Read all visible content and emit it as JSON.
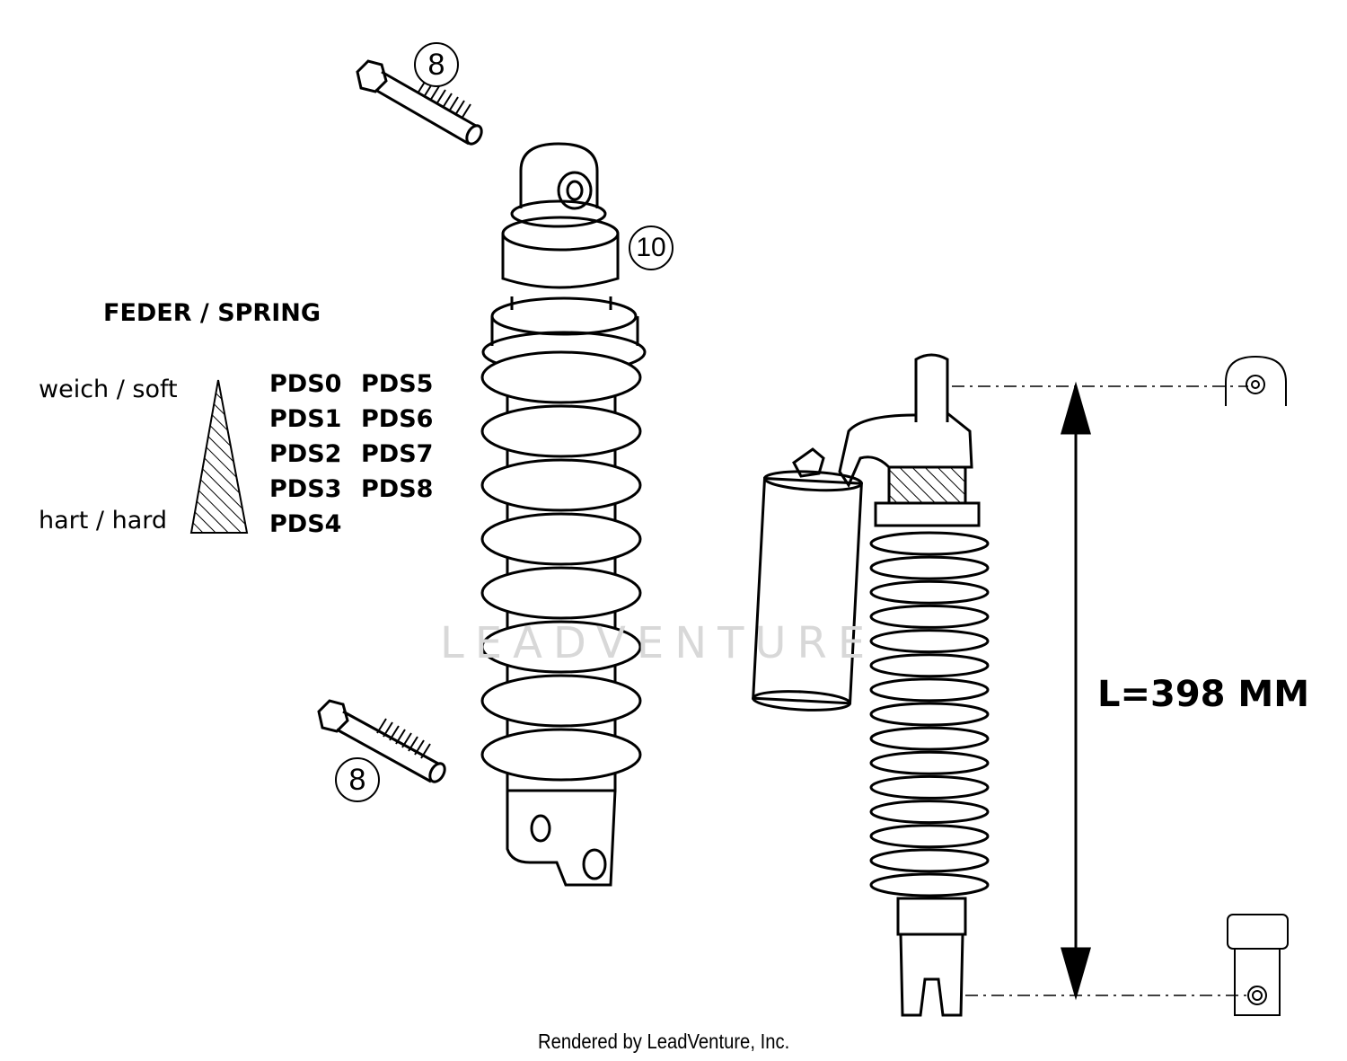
{
  "callouts": {
    "bolt_top": "8",
    "bolt_bottom": "8",
    "shock": "10"
  },
  "legend": {
    "title": "FEDER / SPRING",
    "soft_label": "weich / soft",
    "hard_label": "hart / hard",
    "springs_col1": [
      "PDS0",
      "PDS1",
      "PDS2",
      "PDS3",
      "PDS4"
    ],
    "springs_col2": [
      "PDS5",
      "PDS6",
      "PDS7",
      "PDS8"
    ]
  },
  "dimension": {
    "length_label": "L=398 MM"
  },
  "watermark": "LEADVENTURE",
  "footer": "Rendered by LeadVenture, Inc."
}
